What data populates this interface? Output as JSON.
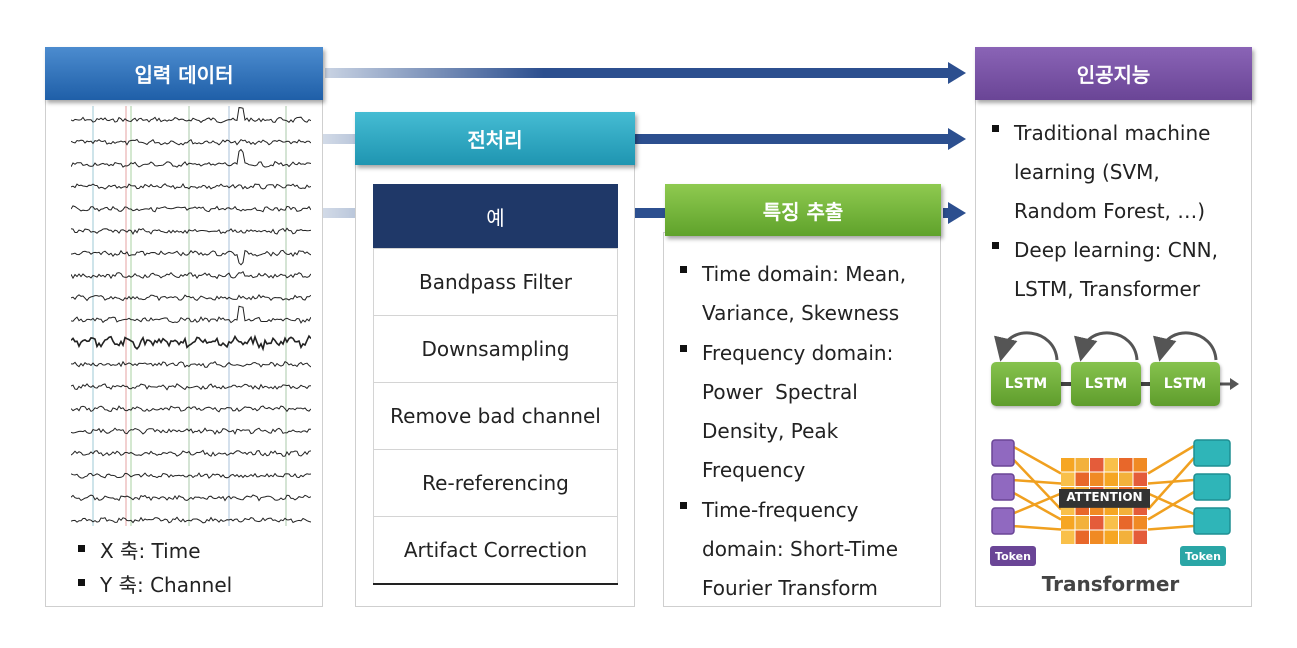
{
  "input_data": {
    "title": "입력 데이터",
    "bullets": [
      "X 축: Time",
      "Y 축: Channel"
    ]
  },
  "preprocessing": {
    "title": "전처리",
    "table_header": "예",
    "steps": [
      "Bandpass Filter",
      "Downsampling",
      "Remove bad channel",
      "Re-referencing",
      "Artifact Correction"
    ]
  },
  "feature_extraction": {
    "title": "특징 추출",
    "bullets": [
      [
        "Time domain: Mean,",
        "Variance, Skewness"
      ],
      [
        "Frequency domain:",
        "Power  Spectral",
        "Density, Peak",
        "Frequency"
      ],
      [
        "Time-frequency",
        "domain: Short-Time",
        "Fourier Transform"
      ]
    ]
  },
  "ai": {
    "title": "인공지능",
    "bullets": [
      [
        "Traditional machine",
        "learning (SVM,",
        "Random Forest, …)"
      ],
      [
        "Deep learning: CNN,",
        "LSTM, Transformer"
      ]
    ],
    "lstm_label": "LSTM",
    "attention_label": "ATTENTION",
    "token_label": "Token",
    "transformer_label": "Transformer"
  },
  "colors": {
    "blue": "#2a66ae",
    "teal": "#2aa6c2",
    "green": "#70b13a",
    "purple": "#7550a4",
    "navy": "#1f3868",
    "arrow": "#2c4f8f"
  },
  "eeg": {
    "channels": 19,
    "spike_columns": [
      0.71
    ],
    "noisy_channel": 10
  }
}
